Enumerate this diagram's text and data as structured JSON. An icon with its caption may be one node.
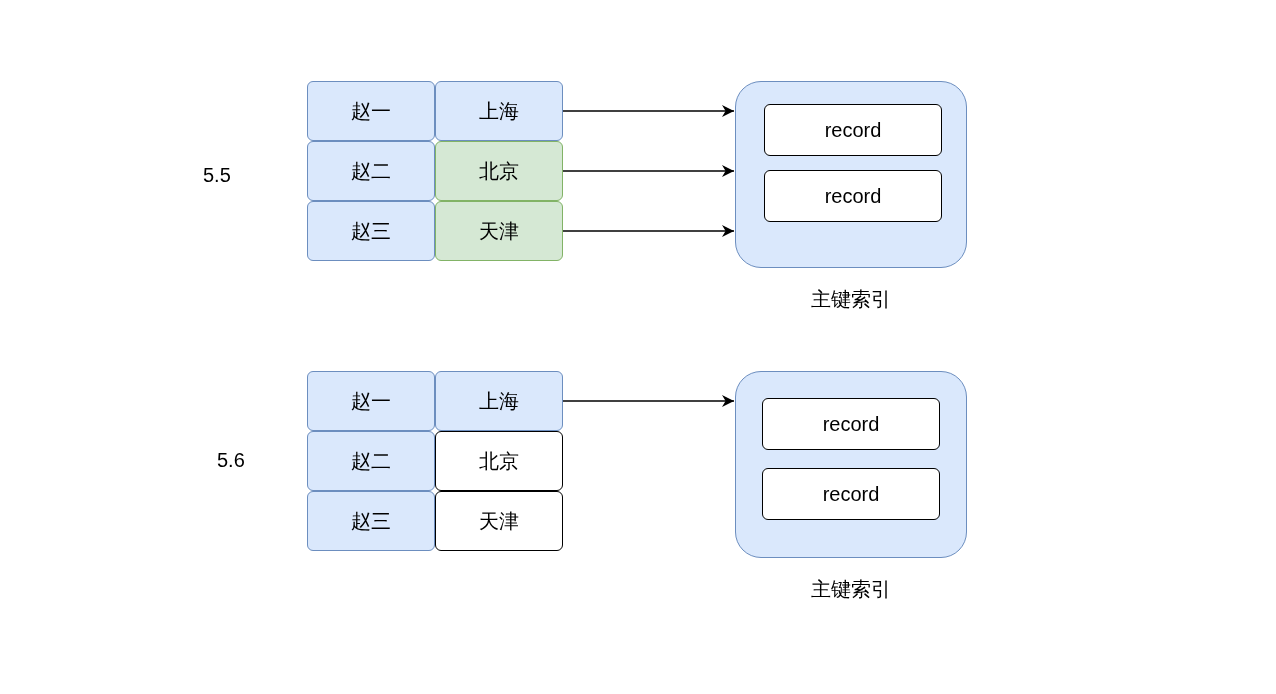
{
  "diagram": {
    "nodes": [
      {
        "text": [
          "赵一"
        ]
      },
      {
        "text": [
          "上海"
        ]
      },
      {
        "text": [
          "赵二"
        ]
      },
      {
        "text": [
          "北京"
        ]
      },
      {
        "text": [
          "赵三"
        ]
      },
      {
        "text": [
          "天津"
        ]
      },
      {
        "text": [],
        "shape": "box",
        "beside": [
          "主键索引"
        ]
      },
      {
        "text": [
          "record"
        ],
        "in": 6
      },
      {
        "text": [
          "record"
        ],
        "in": 6
      },
      {
        "text": [
          "赵一"
        ]
      },
      {
        "text": [
          "上海"
        ]
      },
      {
        "text": [
          "赵二"
        ]
      },
      {
        "text": [
          "北京"
        ]
      },
      {
        "text": [
          "赵三"
        ]
      },
      {
        "text": [
          "天津"
        ]
      },
      {
        "text": [],
        "shape": "box",
        "beside": [
          "主键索引"
        ]
      },
      {
        "text": [
          "record"
        ],
        "in": 15
      },
      {
        "text": [
          "record"
        ],
        "in": 15
      }
    ],
    "edges": [
      {
        "from": 1,
        "to": 6,
        "arrow": "to"
      },
      {
        "from": 3,
        "to": 6,
        "arrow": "to"
      },
      {
        "from": 5,
        "to": 6,
        "arrow": "to"
      },
      {
        "from": 10,
        "to": 15,
        "arrow": "to"
      }
    ],
    "labels": [
      "5.5",
      "5.6"
    ]
  }
}
